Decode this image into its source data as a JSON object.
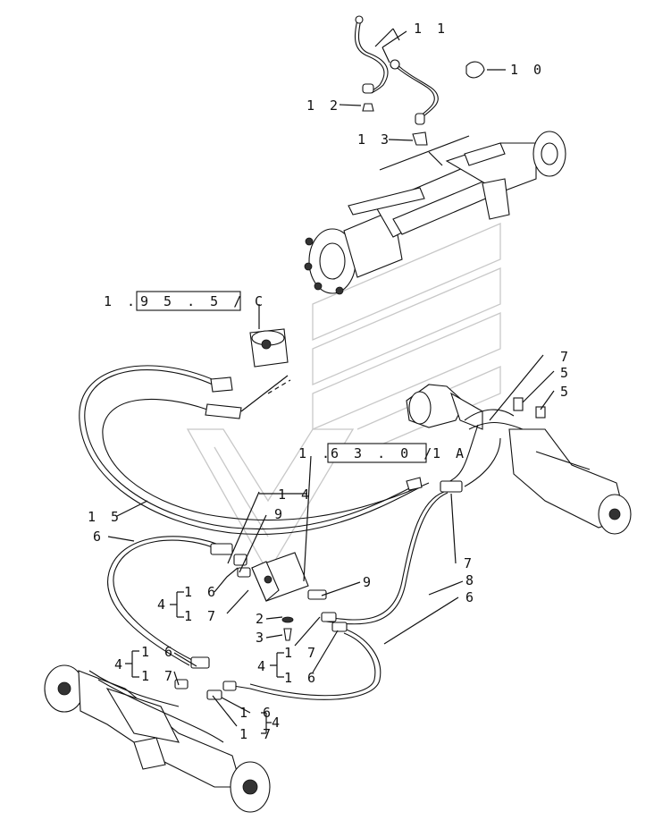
{
  "diagram": {
    "refs": {
      "ref_1": {
        "prefix": "1 .",
        "boxed": "9 5 . 5 /",
        "suffix": "C"
      },
      "ref_2": {
        "prefix": "1 .",
        "boxed": "6 3 . 0 /",
        "suffix": "1 A"
      }
    },
    "callouts": {
      "c11": "1 1",
      "c10": "1 0",
      "c12": "1 2",
      "c13": "1 3",
      "c7a": "7",
      "c5a": "5",
      "c5b": "5",
      "c14": "1 4",
      "c15": "1 5",
      "c9a": "9",
      "c6a": "6",
      "c16a": "1 6",
      "c17a": "1 7",
      "c4a": "4",
      "c7b": "7",
      "c9b": "9",
      "c8": "8",
      "c6b": "6",
      "c2": "2",
      "c3": "3",
      "c17b": "1 7",
      "c4b": "4",
      "c16b": "1 6",
      "c16c": "1 6",
      "c4c": "4",
      "c17c": "1 7",
      "c16d": "1 6",
      "c4d": "4",
      "c17d": "1 7"
    }
  }
}
